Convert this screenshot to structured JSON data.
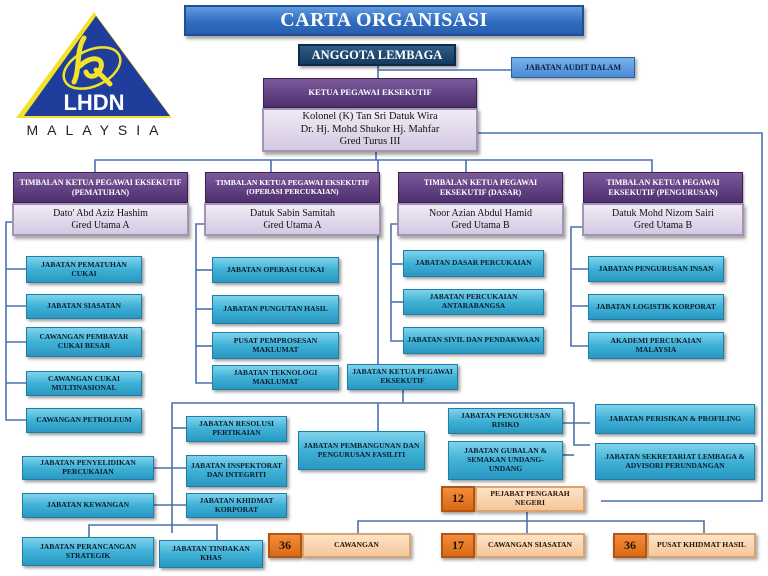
{
  "logo": {
    "symbol": "hq-emblem",
    "name": "LHDN",
    "country": "MALAYSIA",
    "colors": {
      "triangle": "#1f3d9a",
      "accent": "#f4e22a"
    }
  },
  "title": "CARTA ORGANISASI",
  "board": "ANGGOTA LEMBAGA",
  "audit": "JABATAN AUDIT DALAM",
  "ceo": {
    "role": "KETUA PEGAWAI EKSEKUTIF",
    "name_line1": "Kolonel (K) Tan Sri Datuk Wira",
    "name_line2": "Dr. Hj. Mohd Shukor Hj. Mahfar",
    "grade": "Gred Turus III"
  },
  "deputies": [
    {
      "role": "TIMBALAN KETUA PEGAWAI EKSEKUTIF (PEMATUHAN)",
      "name": "Dato' Abd Aziz Hashim",
      "grade": "Gred Utama A",
      "departments": [
        "JABATAN PEMATUHAN CUKAI",
        "JABATAN SIASATAN",
        "CAWANGAN PEMBAYAR CUKAI BESAR",
        "CAWANGAN CUKAI MULTINASIONAL",
        "CAWANGAN PETROLEUM"
      ]
    },
    {
      "role": "TIMBALAN KETUA PEGAWAI EKSEKUTIF (OPERASI PERCUKAIAN)",
      "name": "Datuk Sabin Samitah",
      "grade": "Gred Utama A",
      "departments": [
        "JABATAN OPERASI CUKAI",
        "JABATAN PUNGUTAN HASIL",
        "PUSAT PEMPROSESAN MAKLUMAT",
        "JABATAN TEKNOLOGI MAKLUMAT"
      ]
    },
    {
      "role": "TIMBALAN KETUA PEGAWAI EKSEKUTIF (DASAR)",
      "name": "Noor Azian Abdul Hamid",
      "grade": "Gred Utama B",
      "departments": [
        "JABATAN DASAR PERCUKAIAN",
        "JABATAN PERCUKAIAN ANTARABANGSA",
        "JABATAN SIVIL DAN PENDAKWAAN"
      ]
    },
    {
      "role": "TIMBALAN KETUA PEGAWAI EKSEKUTIF (PENGURUSAN)",
      "name": "Datuk Mohd Nizom Sairi",
      "grade": "Gred Utama B",
      "departments": [
        "JABATAN PENGURUSAN INSAN",
        "JABATAN LOGISTIK KORPORAT",
        "AKADEMI PERCUKAIAN MALAYSIA"
      ]
    }
  ],
  "ceo_department": {
    "label": "JABATAN KETUA PEGAWAI EKSEKUTIF",
    "units": [
      "JABATAN RESOLUSI PERTIKAIAN",
      "JABATAN INSPEKTORAT DAN INTEGRITI",
      "JABATAN KHIDMAT KORPORAT",
      "JABATAN PENYELIDIKAN PERCUKAIAN",
      "JABATAN KEWANGAN",
      "JABATAN PERANCANGAN STRATEGIK",
      "JABATAN TINDAKAN KHAS",
      "JABATAN  PEMBANGUNAN DAN PENGURUSAN FASILITI",
      "JABATAN PENGURUSAN RISIKO",
      "JABATAN GUBALAN & SEMAKAN UNDANG-UNDANG",
      "JABATAN  PERISIKAN & PROFILING",
      "JABATAN  SEKRETARIAT LEMBAGA & ADVISORI PERUNDANGAN"
    ]
  },
  "offices": {
    "state": {
      "count": "12",
      "label": "PEJABAT PENGARAH NEGERI"
    },
    "branches": [
      {
        "count": "36",
        "label": "CAWANGAN"
      },
      {
        "count": "17",
        "label": "CAWANGAN SIASATAN"
      },
      {
        "count": "36",
        "label": "PUSAT KHIDMAT HASIL"
      }
    ]
  }
}
